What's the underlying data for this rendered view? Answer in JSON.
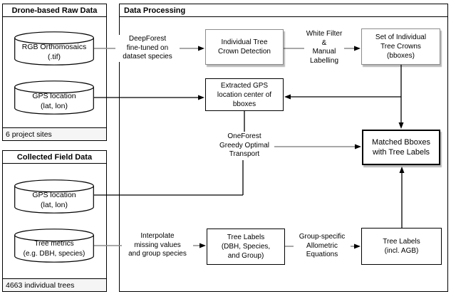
{
  "panels": {
    "drone": {
      "title": "Drone-based Raw Data",
      "footer": "6 project sites",
      "cylinders": {
        "rgb": {
          "lines": [
            "RGB Orthomosaics",
            "(.tif)"
          ]
        },
        "gps": {
          "lines": [
            "GPS location",
            "(lat, lon)"
          ]
        }
      }
    },
    "field": {
      "title": "Collected Field Data",
      "footer": "4663 individual trees",
      "cylinders": {
        "gps": {
          "lines": [
            "GPS location",
            "(lat, lon)"
          ]
        },
        "metrics": {
          "lines": [
            "Tree metrics",
            "(e.g. DBH, species)"
          ]
        }
      }
    },
    "processing": {
      "title": "Data Processing"
    }
  },
  "nodes": {
    "detection": {
      "lines": [
        "Individual Tree",
        "Crown Detection"
      ]
    },
    "set_crowns": {
      "lines": [
        "Set of Individual",
        "Tree Crowns",
        "(bboxes)"
      ]
    },
    "extracted_gps": {
      "lines": [
        "Extracted GPS",
        "location center of",
        "bboxes"
      ]
    },
    "matched": {
      "lines": [
        "Matched Bboxes",
        "with Tree Labels"
      ]
    },
    "labels_group": {
      "lines": [
        "Tree Labels",
        "(DBH, Species,",
        "and Group)"
      ]
    },
    "labels_agb": {
      "lines": [
        "Tree Labels",
        "(incl. AGB)"
      ]
    }
  },
  "edge_labels": {
    "deepforest": {
      "lines": [
        "DeepForest",
        "fine-tuned on",
        "dataset species"
      ]
    },
    "white_filter": {
      "lines": [
        "White Filter",
        "&",
        "Manual",
        "Labelling"
      ]
    },
    "oneforest": {
      "lines": [
        "OneForest",
        "Greedy Optimal",
        "Transport"
      ]
    },
    "interpolate": {
      "lines": [
        "Interpolate",
        "missing values",
        "and group species"
      ]
    },
    "allometric": {
      "lines": [
        "Group-specific",
        "Allometric",
        "Equations"
      ]
    }
  },
  "colors": {
    "background": "#ffffff",
    "border": "#000000",
    "muted_border": "#8c8c8c",
    "connector_gray": "#8c8c8c",
    "connector_black": "#000000",
    "footer_bg": "#f5f5f5"
  }
}
